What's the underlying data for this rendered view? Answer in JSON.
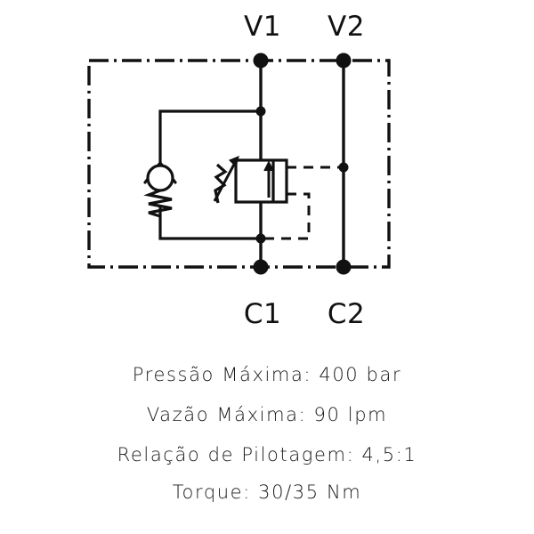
{
  "diagram": {
    "type": "hydraulic-circuit-schematic",
    "title_visible": false,
    "ports": {
      "top_left": "V1",
      "top_right": "V2",
      "bottom_left": "C1",
      "bottom_right": "C2"
    },
    "components": [
      {
        "name": "check-valve",
        "symbol": "ball-and-seat-with-spring",
        "label": ""
      },
      {
        "name": "relief-valve",
        "symbol": "adjustable-pressure-relief-box-with-arrow",
        "label": ""
      },
      {
        "name": "pilot-line-upper",
        "symbol": "dashed-pilot-line",
        "label": ""
      },
      {
        "name": "pilot-line-lower",
        "symbol": "dashed-pilot-line",
        "label": ""
      },
      {
        "name": "enclosure",
        "symbol": "dash-dot-boundary-rectangle",
        "label": ""
      }
    ],
    "colors": {
      "line": "#111111",
      "text": "#1a1a1a",
      "background": "#ffffff"
    }
  },
  "specs": {
    "lines": [
      "Pressão Máxima:  400 bar",
      "Vazão Máxima:  90 lpm",
      "Relação de Pilotagem:  4,5:1",
      "Torque:  30/35 Nm"
    ],
    "items": [
      {
        "label": "Pressão Máxima:",
        "value": "400 bar"
      },
      {
        "label": "Vazão Máxima:",
        "value": "90 lpm"
      },
      {
        "label": "Relação de Pilotagem:",
        "value": "4,5:1"
      },
      {
        "label": "Torque:",
        "value": "30/35 Nm"
      }
    ]
  }
}
